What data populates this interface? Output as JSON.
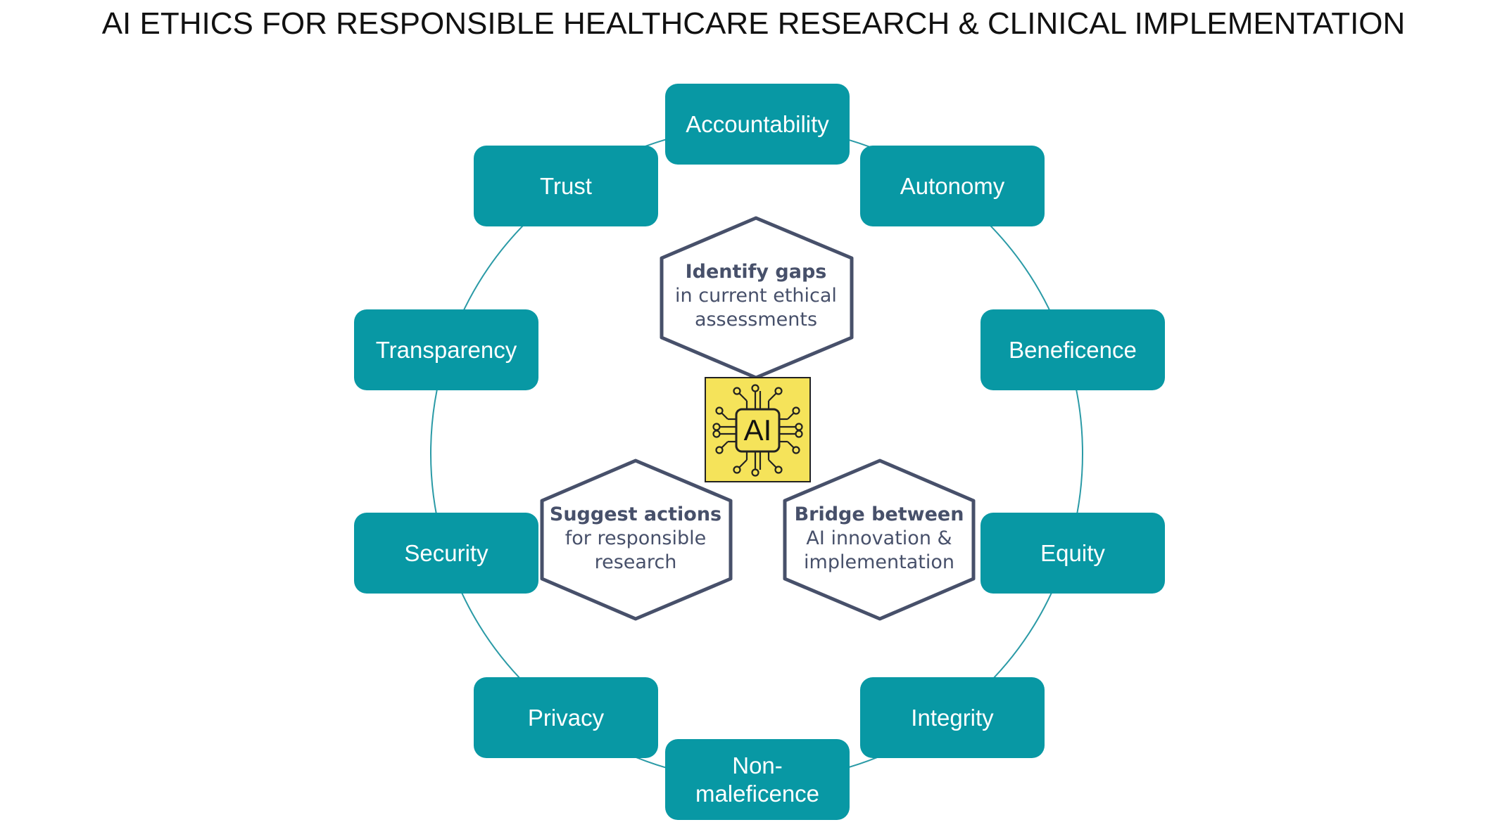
{
  "title": "AI ETHICS FOR RESPONSIBLE HEALTHCARE RESEARCH & CLINICAL IMPLEMENTATION",
  "principles": [
    {
      "label": "Accountability"
    },
    {
      "label": "Autonomy"
    },
    {
      "label": "Beneficence"
    },
    {
      "label": "Equity"
    },
    {
      "label": "Integrity"
    },
    {
      "label": "Non-\nmaleficence"
    },
    {
      "label": "Privacy"
    },
    {
      "label": "Security"
    },
    {
      "label": "Transparency"
    },
    {
      "label": "Trust"
    }
  ],
  "center": {
    "chip_label": "AI",
    "chip_color": "#f5e35a"
  },
  "goals": [
    {
      "bold": "Identify gaps",
      "rest": "in current ethical\nassessments"
    },
    {
      "bold": "Suggest actions",
      "rest": "for responsible\nresearch"
    },
    {
      "bold": "Bridge between",
      "rest": "AI innovation &\nimplementation"
    }
  ],
  "colors": {
    "box_fill": "#0898a4",
    "ring": "#2a9aa6",
    "hex_stroke": "#47506a",
    "hex_text": "#47506a"
  }
}
